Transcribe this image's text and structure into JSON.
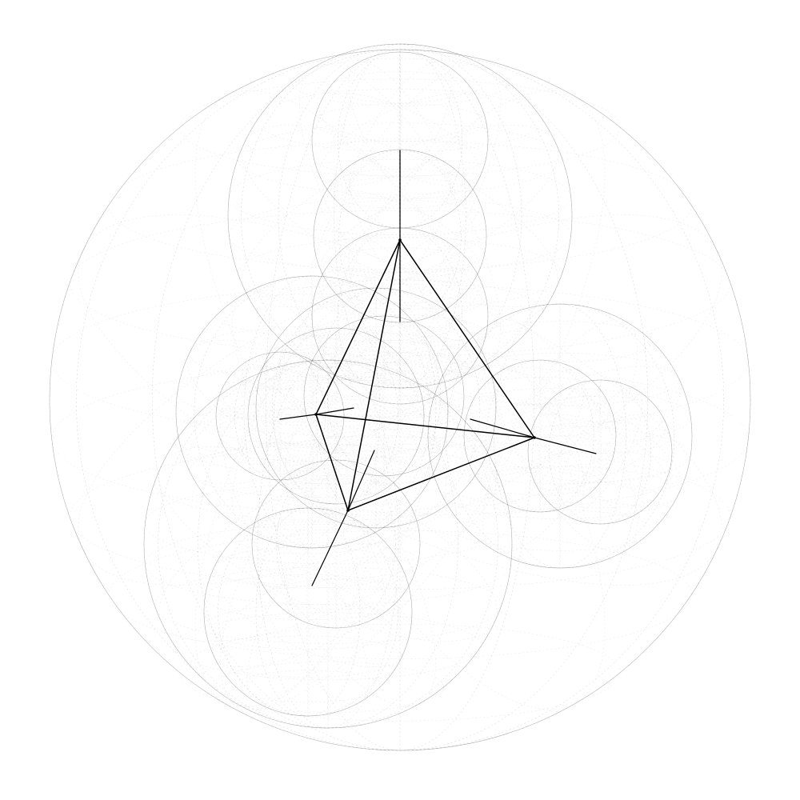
{
  "figure": {
    "description_kind": "wireframe-spheres-with-tetrahedron",
    "colors": {
      "background": "#ffffff",
      "ink": "#000000"
    },
    "spheres": [
      {
        "name": "outer-sphere"
      },
      {
        "name": "top-upper-sphere"
      },
      {
        "name": "top-large-sphere"
      },
      {
        "name": "top-inner-sphere"
      },
      {
        "name": "upper-middle-sphere"
      },
      {
        "name": "center-sphere"
      },
      {
        "name": "center-inner-sphere"
      },
      {
        "name": "left-large-sphere"
      },
      {
        "name": "left-outer-sphere"
      },
      {
        "name": "left-inner-sphere"
      },
      {
        "name": "right-large-sphere"
      },
      {
        "name": "right-middle-sphere"
      },
      {
        "name": "right-outer-sphere"
      },
      {
        "name": "bottom-large-sphere"
      },
      {
        "name": "bottom-outer-sphere"
      },
      {
        "name": "bottom-middle-sphere"
      }
    ],
    "tetrahedron": {
      "vertices": [
        "top",
        "left",
        "right",
        "bottom"
      ],
      "edges": [
        [
          "top",
          "left"
        ],
        [
          "top",
          "right"
        ],
        [
          "top",
          "bottom"
        ],
        [
          "left",
          "right"
        ],
        [
          "left",
          "bottom"
        ],
        [
          "right",
          "bottom"
        ]
      ],
      "spokes": [
        "top-up",
        "top-down",
        "left-out",
        "left-in",
        "right-out",
        "right-in",
        "bottom-out",
        "bottom-in"
      ]
    }
  }
}
